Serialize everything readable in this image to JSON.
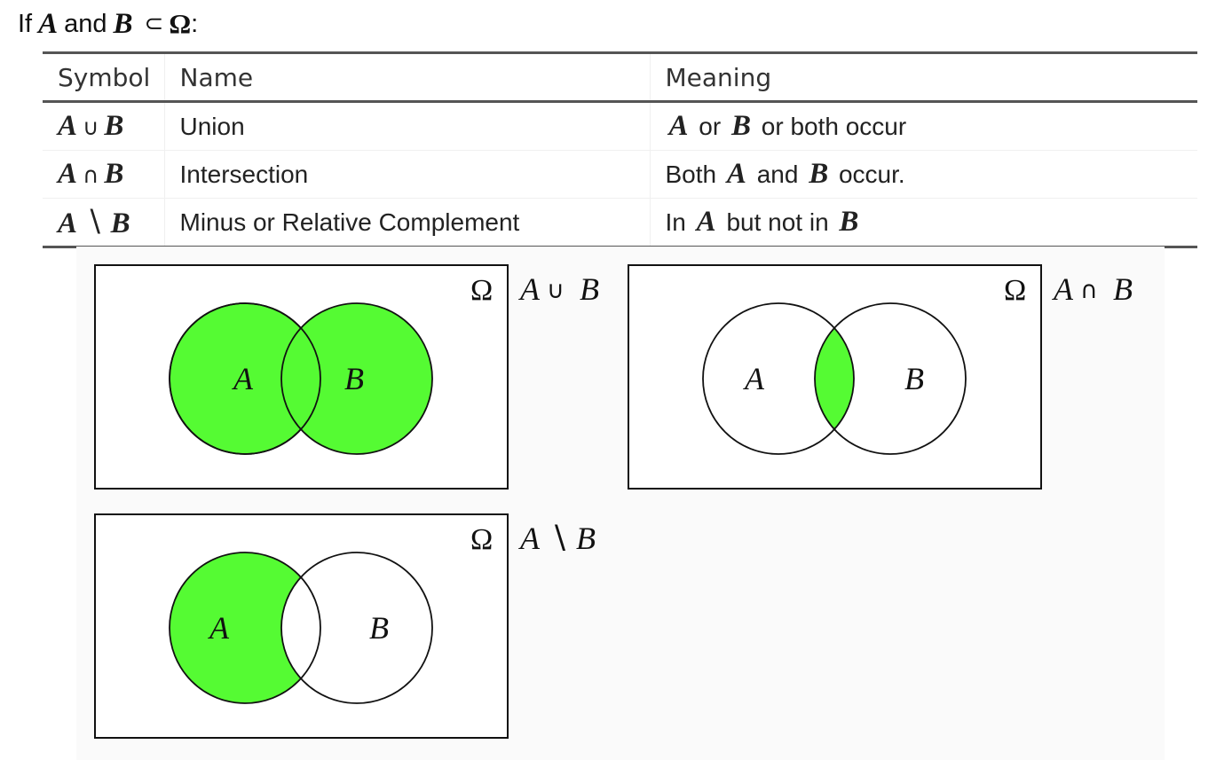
{
  "intro": {
    "if": "If",
    "a": "A",
    "and": "and",
    "b": "B",
    "subset": "⊂",
    "omega": "Ω",
    "colon": ":"
  },
  "table": {
    "headers": {
      "symbol": "Symbol",
      "name": "Name",
      "meaning": "Meaning"
    },
    "rows": [
      {
        "sym_a": "A",
        "op": "∪",
        "sym_b": "B",
        "name": "Union",
        "meaning": {
          "a": "A",
          "t1": "or",
          "b": "B",
          "t2": "or both occur"
        }
      },
      {
        "sym_a": "A",
        "op": "∩",
        "sym_b": "B",
        "name": "Intersection",
        "meaning": {
          "t0": "Both",
          "a": "A",
          "t1": "and",
          "b": "B",
          "t2": "occur."
        }
      },
      {
        "sym_a": "A",
        "op": "∖",
        "sym_b": "B",
        "name": "Minus or Relative Complement",
        "meaning": {
          "t0": "In",
          "a": "A",
          "t1": "but not in",
          "b": "B"
        }
      }
    ]
  },
  "diagrams": {
    "fill_color": "#55fb33",
    "union": {
      "set_a": "A",
      "set_b": "B",
      "universe": "Ω",
      "caption_a": "A",
      "caption_op": "∪",
      "caption_b": "B"
    },
    "intersection": {
      "set_a": "A",
      "set_b": "B",
      "universe": "Ω",
      "caption_a": "A",
      "caption_op": "∩",
      "caption_b": "B"
    },
    "difference": {
      "set_a": "A",
      "set_b": "B",
      "universe": "Ω",
      "caption_a": "A",
      "caption_op": "∖",
      "caption_b": "B"
    }
  }
}
